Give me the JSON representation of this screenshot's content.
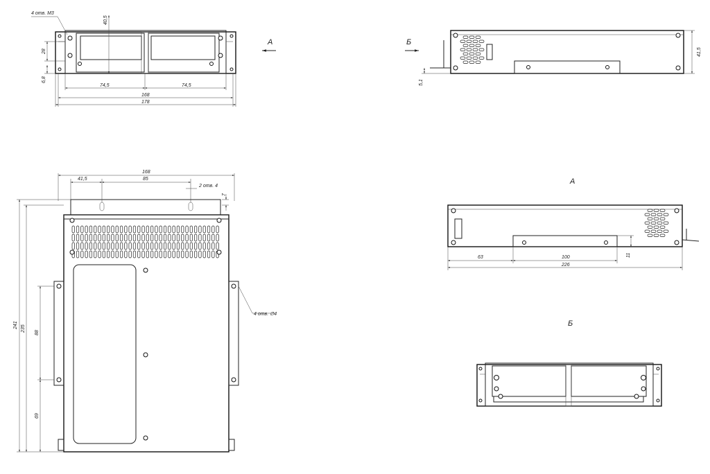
{
  "front_view": {
    "callout": "4 отв. М3",
    "dims": {
      "height_inner": "40,5",
      "height_side": "28",
      "bottom_offset": "6,8",
      "half_left": "74,5",
      "half_right": "74,5",
      "inner_width": "168",
      "overall_width": "178"
    }
  },
  "view_a_arrow": {
    "label": "А"
  },
  "view_b_arrow": {
    "label": "Б"
  },
  "side_view": {
    "dims": {
      "height": "41,5",
      "offset": "5,1"
    }
  },
  "top_view": {
    "callout_holes": "2 отв. 4",
    "callout_mount": "4 отв. ∅4",
    "dims": {
      "width": "168",
      "hole_offset": "41,5",
      "hole_spacing": "85",
      "flange": "7",
      "overall_length": "241",
      "body_length": "235",
      "mount_spacing": "88",
      "mount_offset": "69"
    }
  },
  "view_a": {
    "title": "А",
    "dims": {
      "d63": "63",
      "d100": "100",
      "d11": "11",
      "d226": "226"
    }
  },
  "view_b": {
    "title": "Б"
  }
}
